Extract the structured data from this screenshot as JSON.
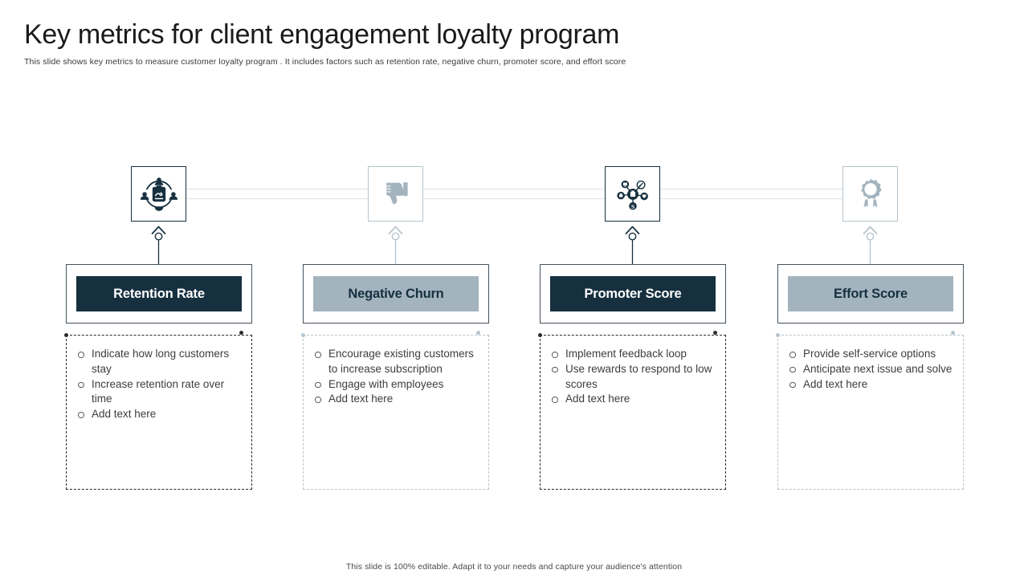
{
  "header": {
    "title": "Key metrics for client engagement loyalty program",
    "subtitle": "This slide shows key metrics to measure customer loyalty program . It includes factors such as retention rate, negative churn, promoter score, and effort score"
  },
  "footer": {
    "note": "This slide is 100% editable. Adapt it to your needs and capture your audience's attention"
  },
  "colors": {
    "dark_navy": "#16303f",
    "light_blue_gray": "#a4b4bf",
    "icon_border_light": "#b6c4cd",
    "spine": "#dde3e6",
    "body_text": "#3d3d3d"
  },
  "metrics": [
    {
      "label": "Retention Rate",
      "icon": "customer-retention-network-icon",
      "theme": "dark",
      "bullets": [
        "Indicate how long customers stay",
        "Increase  retention rate over time",
        "Add text here"
      ]
    },
    {
      "label": "Negative Churn",
      "icon": "thumbs-down-icon",
      "theme": "light",
      "bullets": [
        "Encourage existing customers to increase subscription",
        "Engage with employees",
        "Add text here"
      ]
    },
    {
      "label": "Promoter Score",
      "icon": "network-hub-nodes-icon",
      "theme": "dark",
      "bullets": [
        "Implement  feedback loop",
        "Use rewards to respond to low scores",
        "Add text here"
      ]
    },
    {
      "label": "Effort Score",
      "icon": "award-rosette-icon",
      "theme": "light",
      "bullets": [
        "Provide self-service options",
        "Anticipate next issue and solve",
        "Add text here"
      ]
    }
  ]
}
